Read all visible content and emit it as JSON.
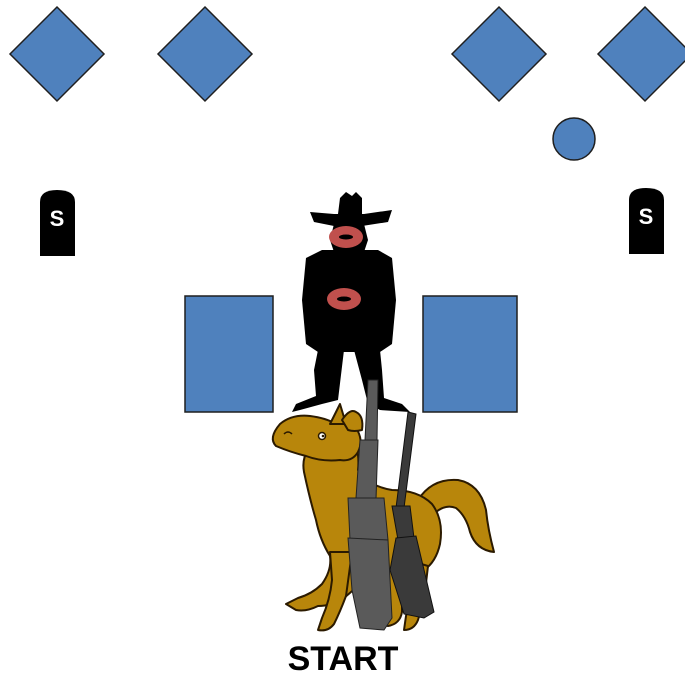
{
  "start_label": "START",
  "colors": {
    "target_fill": "#4f81bd",
    "target_stroke": "#1f1f1f",
    "hit_zone": "#c0504d",
    "silhouette": "#000000",
    "horse": "#b8860b",
    "horse_outline": "#2b1a00",
    "rifle": "#5a5a5a",
    "shotgun": "#3a3a3a"
  },
  "stage_elements": {
    "diamond_targets": 4,
    "circle_targets": 1,
    "rectangle_targets": 2,
    "silhouette_hit_zones": 2,
    "shotgun_markers": [
      {
        "label": "S"
      },
      {
        "label": "S"
      }
    ]
  },
  "icons": {
    "horse": "hobby-horse-icon",
    "rifle": "lever-action-rifle-icon",
    "shotgun": "shotgun-icon",
    "silhouette": "cowboy-silhouette-icon"
  }
}
